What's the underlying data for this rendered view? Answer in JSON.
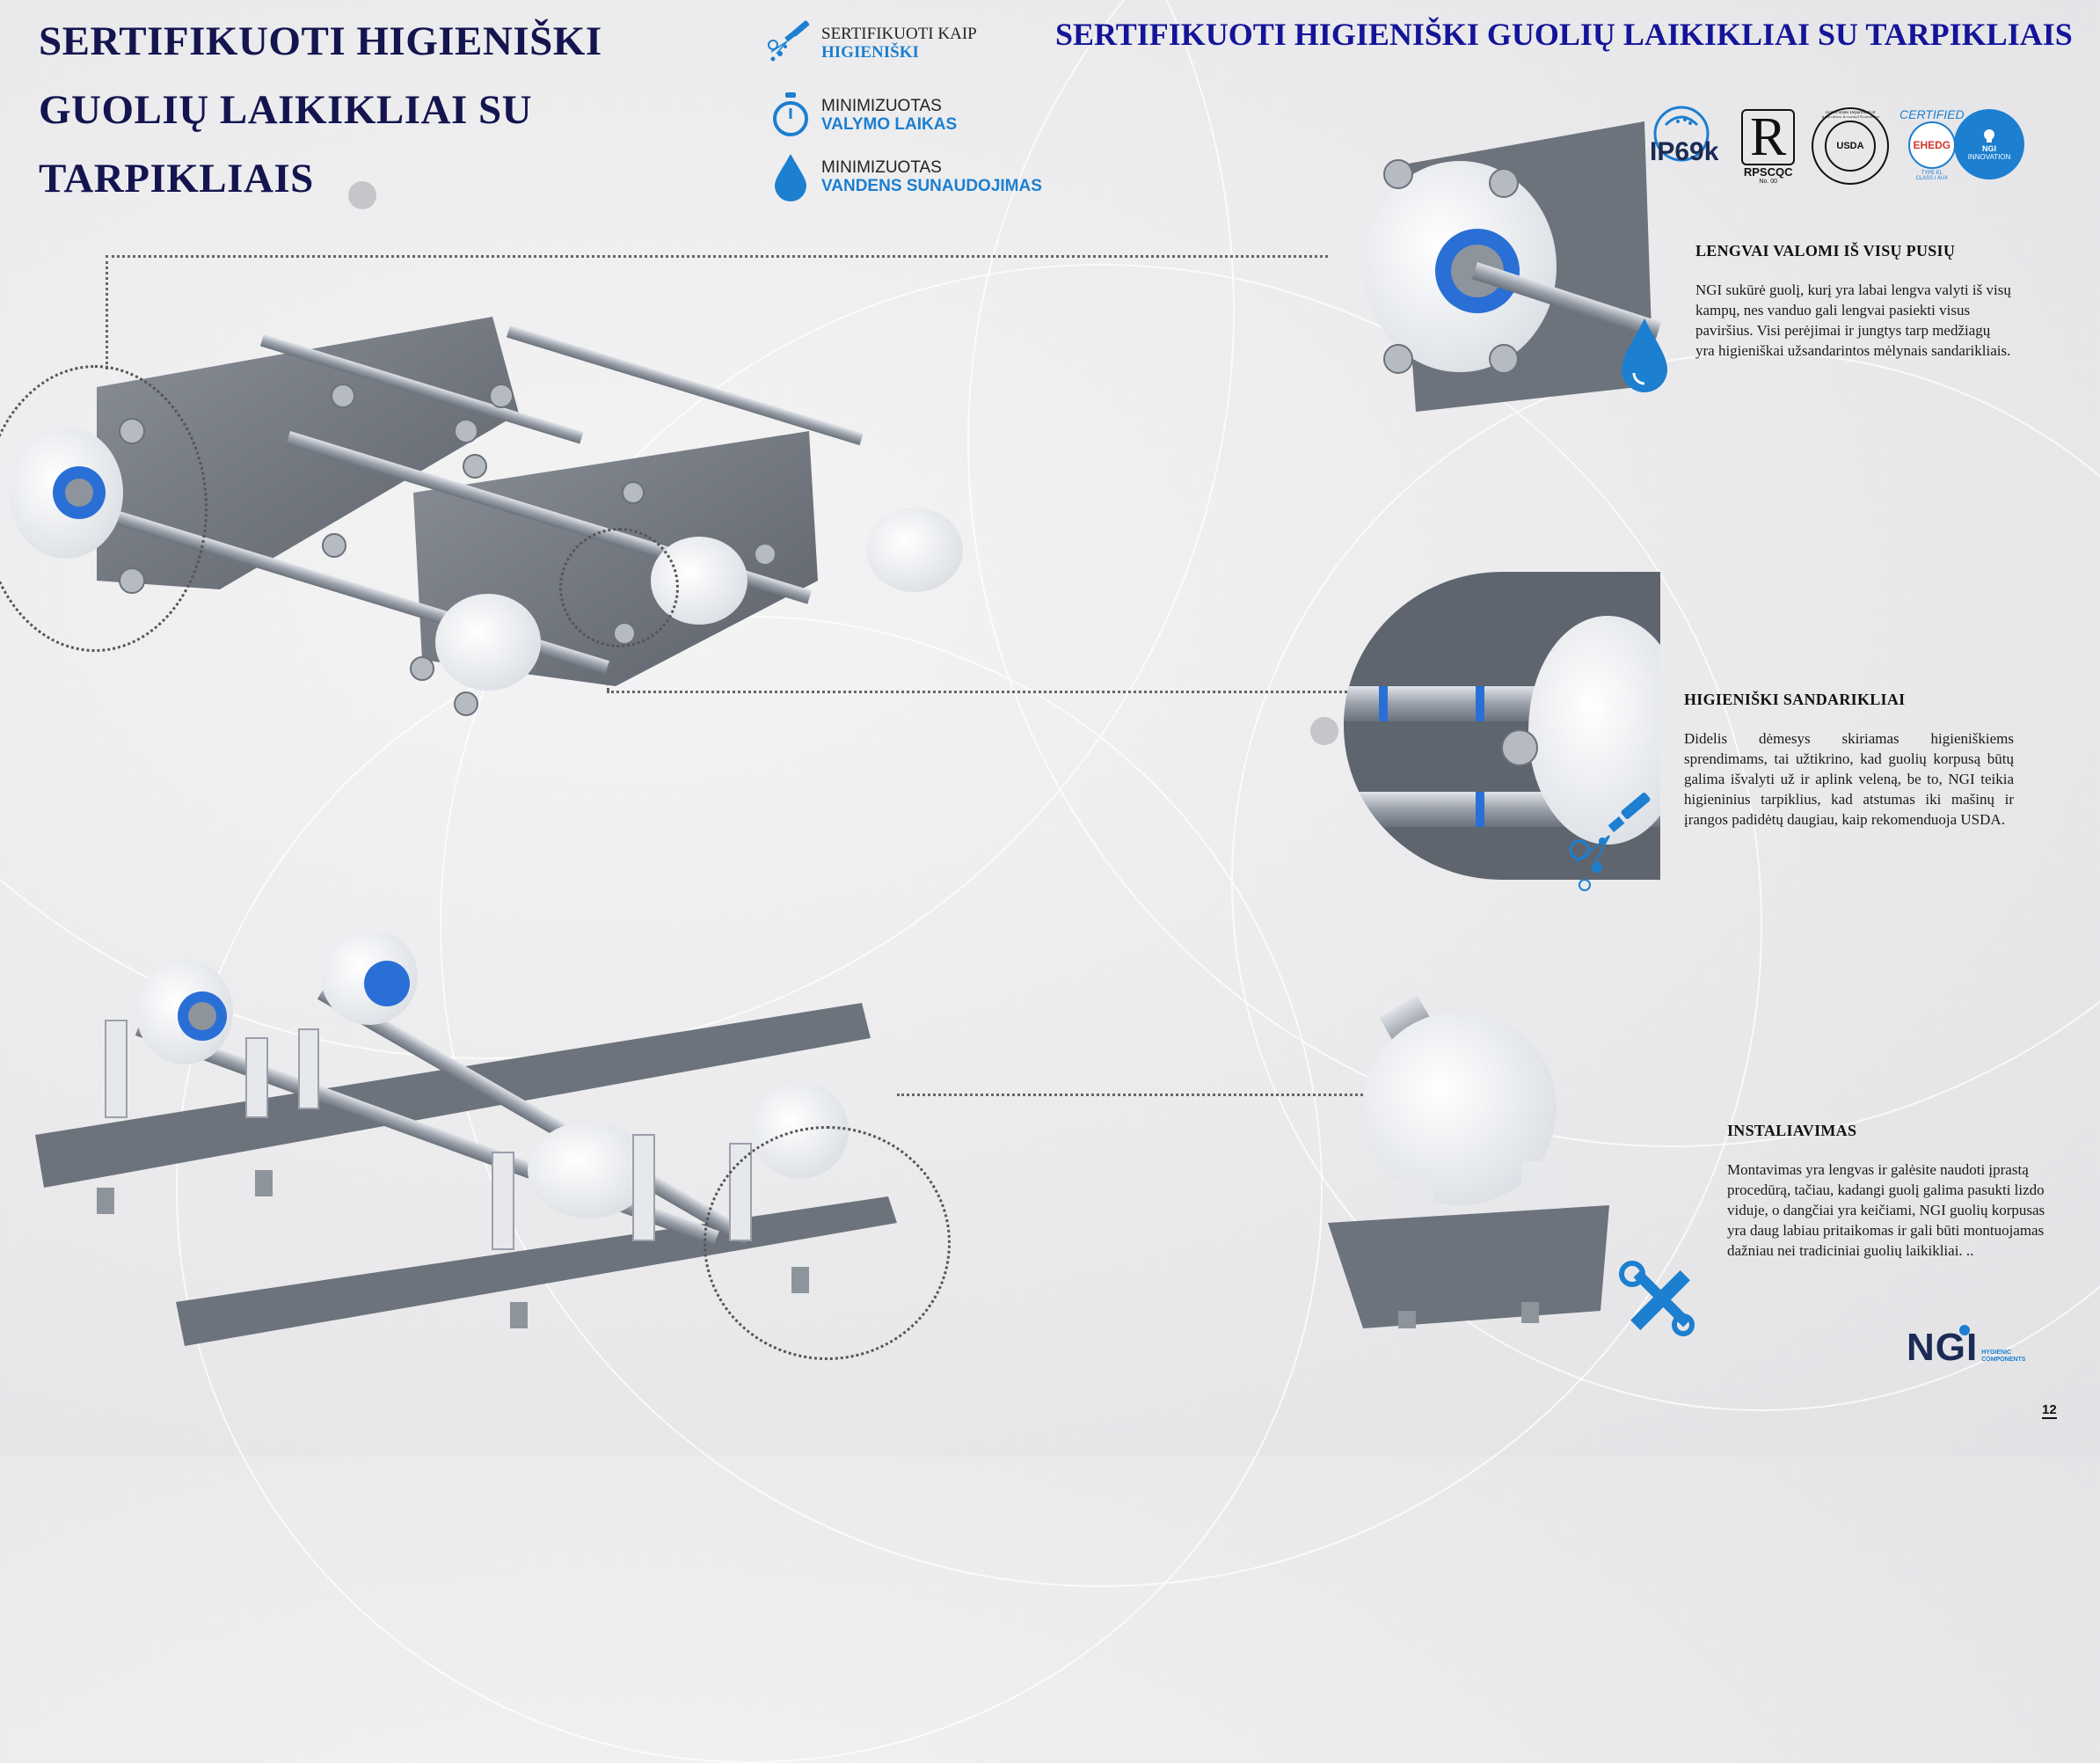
{
  "main_title": "SERTIFIKUOTI HIGIENIŠKI GUOLIŲ LAIKIKLIAI SU TARPIKLIAIS",
  "right_title": "SERTIFIKUOTI HIGIENIŠKI GUOLIŲ LAIKIKLIAI SU TARPIKLIAIS",
  "features": [
    {
      "line1": "SERTIFIKUOTI KAIP",
      "line2": "HIGIENIŠKI",
      "icon": "spray-icon"
    },
    {
      "line1": "MINIMIZUOTAS",
      "line2": "VALYMO LAIKAS",
      "icon": "stopwatch-icon"
    },
    {
      "line1": "MINIMIZUOTAS",
      "line2": "VANDENS SUNAUDOJIMAS",
      "icon": "water-drop-icon"
    }
  ],
  "certifications": {
    "ip69k": "IP69k",
    "rpscqc": {
      "letter": "R",
      "name": "RPSCQC",
      "sub": "No. 00"
    },
    "usda": {
      "ring": "United States Department of Agriculture Accepted Equipment",
      "center": "USDA"
    },
    "ehedg": {
      "top": "CERTIFIED",
      "name": "EHEDG",
      "sub1": "TYPE EL",
      "sub2": "CLASS I AUX"
    },
    "ngi_innovation": {
      "line1": "NGI",
      "line2": "INNOVATION"
    }
  },
  "sections": [
    {
      "heading": "LENGVAI VALOMI IŠ VISŲ PUSIŲ",
      "lines": [
        "NGI sukūrė guolį, kurį yra labai lengva valyti iš visų",
        "kampų, nes vanduo gali lengvai pasiekti visus",
        "paviršius. Visi perėjimai ir jungtys tarp medžiagų",
        "yra higieniškai užsandarintos mėlynais sandarikliais."
      ]
    },
    {
      "heading": "HIGIENIŠKI SANDARIKLIAI",
      "text": "Didelis dėmesys skiriamas higieniškiems sprendimams, tai užtikrino, kad guolių korpusą būtų galima išvalyti už ir aplink veleną, be to, NGI teikia higieninius tarpiklius, kad atstumas iki mašinų ir įrangos padidėtų daugiau, kaip rekomenduoja USDA."
    },
    {
      "heading": "INSTALIAVIMAS",
      "lines": [
        "Montavimas yra lengvas ir galėsite naudoti įprastą",
        "procedūrą, tačiau, kadangi guolį galima pasukti lizdo",
        "viduje, o dangčiai yra keičiami, NGI guolių korpusas",
        "yra daug labiau pritaikomas ir gali būti montuojamas",
        "dažniau nei tradiciniai guolių laikikliai. .."
      ]
    }
  ],
  "logo": {
    "name": "NGI",
    "sub1": "HYGIENIC",
    "sub2": "COMPONENTS"
  },
  "page_number": "12",
  "colors": {
    "title": "#14154f",
    "accent_blue": "#1c7fd0",
    "right_title": "#14149a"
  }
}
